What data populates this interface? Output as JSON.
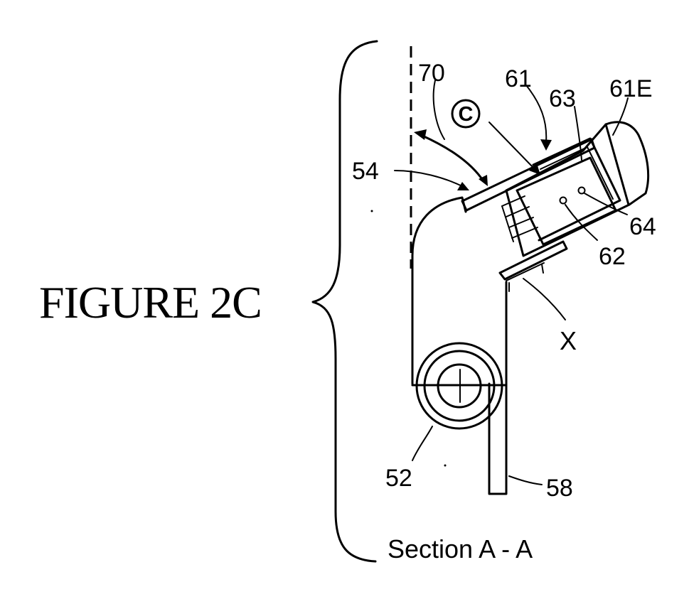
{
  "figure": {
    "title": "FIGURE 2C",
    "caption": "Section A - A"
  },
  "labels": {
    "l70": "70",
    "l61": "61",
    "l63": "63",
    "l61e": "61E",
    "lc": "C",
    "l54": "54",
    "l64": "64",
    "l62": "62",
    "lx": "X",
    "l52": "52",
    "l58": "58"
  }
}
